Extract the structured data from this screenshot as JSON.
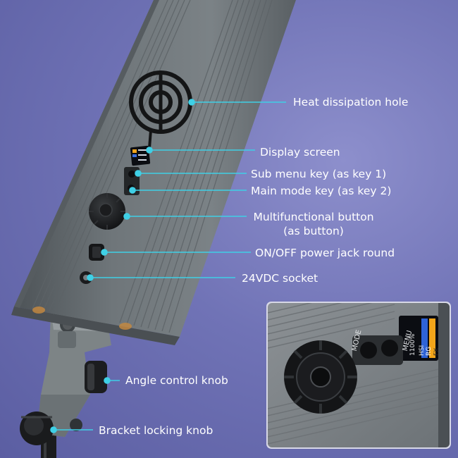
{
  "callouts": {
    "heat_hole": "Heat dissipation hole",
    "display": "Display screen",
    "sub_menu": "Sub menu key (as key 1)",
    "main_mode": "Main mode key (as key 2)",
    "multi_line1": "Multifunctional button",
    "multi_line2": "(as button)",
    "power": "ON/OFF power jack round",
    "socket": "24VDC socket",
    "angle": "Angle control knob",
    "bracket": "Bracket locking knob"
  },
  "device": {
    "key1_label": "MENU",
    "key2_label": "MODE",
    "screen_lines": [
      "FX",
      "RG",
      "HSI",
      "1100%"
    ]
  },
  "colors": {
    "background": "#7073b6",
    "leader_line": "#3fd0e6",
    "body_gray": "#6a7074"
  }
}
